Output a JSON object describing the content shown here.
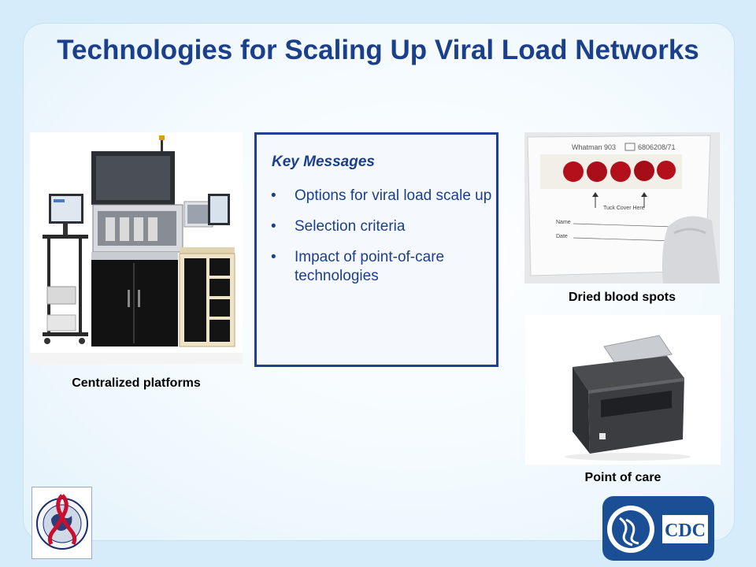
{
  "slide": {
    "title": "Technologies for Scaling Up Viral Load Networks",
    "key_messages": {
      "heading": "Key Messages",
      "bullet_glyph": "•",
      "items": [
        "Options for viral load scale up",
        "Selection criteria",
        "Impact of point-of-care technologies"
      ]
    },
    "images": {
      "centralized": {
        "caption": "Centralized platforms"
      },
      "dbs": {
        "caption": "Dried blood spots",
        "card_brand": "Whatman 903",
        "card_lot": "6806208/71",
        "card_instruction": "Tuck Cover Here",
        "field_name": "Name",
        "field_date": "Date"
      },
      "poc": {
        "caption": "Point of care"
      }
    },
    "logos": {
      "cdc_text": "CDC"
    }
  },
  "colors": {
    "title": "#1b3f8b",
    "box_border": "#1f3f8f",
    "cdc_blue": "#1a4f96",
    "blood": "#b3101c"
  }
}
